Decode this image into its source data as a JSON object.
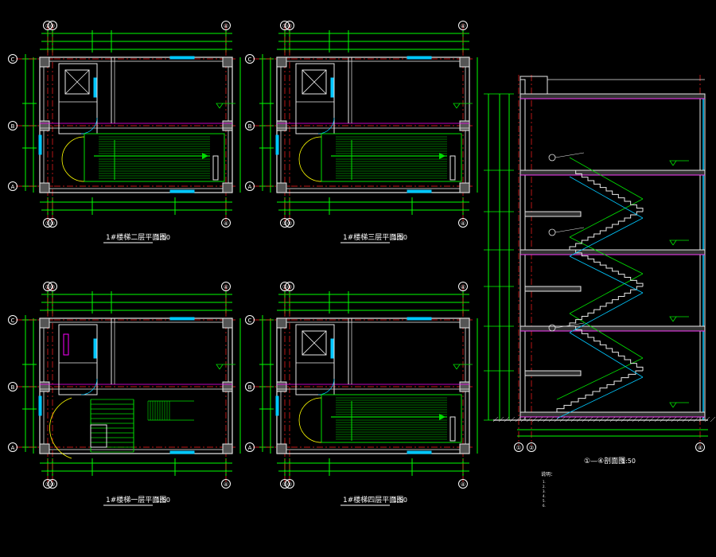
{
  "colors": {
    "background": "#000000",
    "dim": "#00ff00",
    "axis": "#ff2020",
    "wall": "#e8e8e8",
    "wall_fill": "#b7a67a",
    "stair": "#00e000",
    "cyan": "#00c8ff",
    "text": "#ffffff",
    "note": "#ffffff",
    "magenta": "#ff00ff",
    "yellow": "#ffff00",
    "grid_bubble": "#ffffff"
  },
  "plans": [
    {
      "title": "1#楼梯二层平面图",
      "scale": "1:50",
      "grid_top": [
        "①",
        "②",
        "④"
      ],
      "grid_side": [
        "C",
        "B",
        "A"
      ]
    },
    {
      "title": "1#楼梯三层平面图",
      "scale": "1:50",
      "grid_top": [
        "①",
        "②",
        "④"
      ],
      "grid_side": [
        "C",
        "B",
        "A"
      ]
    },
    {
      "title": "1#楼梯一层平面图",
      "scale": "1:50",
      "grid_top": [
        "①",
        "②",
        "④"
      ],
      "grid_side": [
        "C",
        "B",
        "A"
      ]
    },
    {
      "title": "1#楼梯四层平面图",
      "scale": "1:50",
      "grid_top": [
        "①",
        "②",
        "④"
      ],
      "grid_side": [
        "C",
        "B",
        "A"
      ]
    }
  ],
  "section": {
    "title": "①—④剖面图",
    "scale": "1:50",
    "grid_bottom": [
      "①",
      "②",
      "④"
    ]
  },
  "notes": {
    "heading": "说明：",
    "lines": [
      "1.",
      "2.",
      "3.",
      "4.",
      "5.",
      "6."
    ]
  }
}
